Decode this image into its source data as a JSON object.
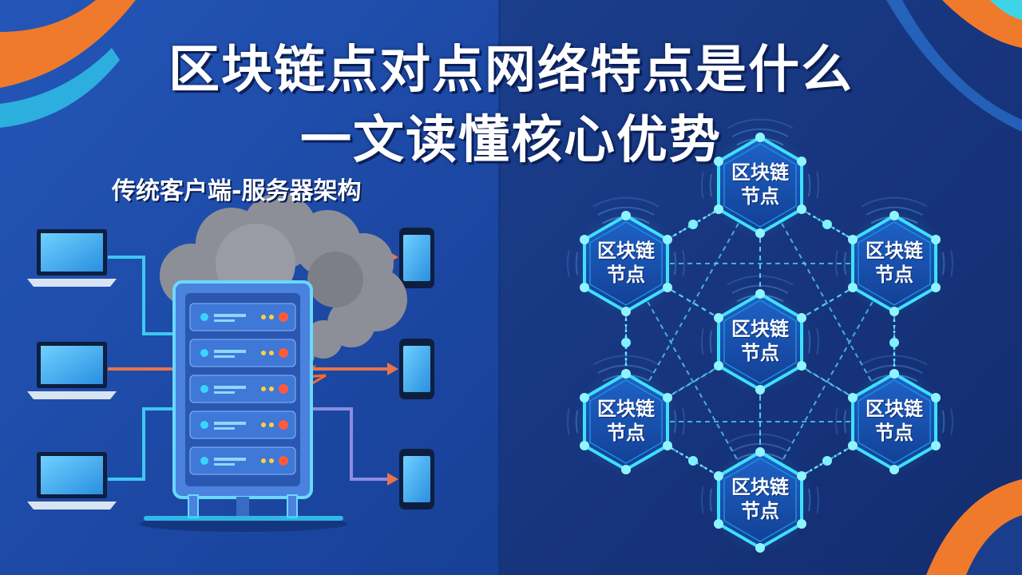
{
  "title": {
    "line1": "区块链点对点网络特点是什么",
    "line2": "一文读懂核心优势"
  },
  "left_panel": {
    "heading": "传统客户端-服务器架构"
  },
  "right_panel": {
    "node_label_line1": "区块链",
    "node_label_line2": "节点"
  },
  "colors": {
    "background_left": "#1c4aa8",
    "background_right": "#16357f",
    "accent_orange": "#f07a2c",
    "accent_cyan": "#37d6ff",
    "server_body": "#3b6fd0",
    "server_led_red": "#ff5a3c",
    "server_led_yellow": "#ffd23a",
    "smoke": "#8d8f98"
  },
  "icons": [
    "laptop-icon",
    "server-rack-icon",
    "smartphone-icon",
    "smoke-cloud-icon",
    "hexagon-node-icon"
  ]
}
